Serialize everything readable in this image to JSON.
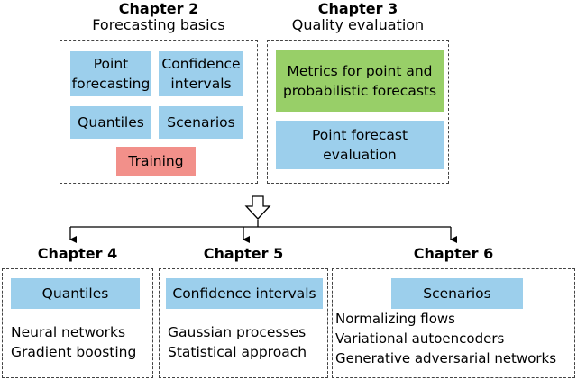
{
  "ch2": {
    "title": "Chapter 2",
    "subtitle": "Forecasting basics",
    "boxes": [
      "Point\nforecasting",
      "Confidence\nintervals",
      "Quantiles",
      "Scenarios",
      "Training"
    ]
  },
  "ch3": {
    "title": "Chapter 3",
    "subtitle": "Quality evaluation",
    "boxes": [
      "Metrics for point and\nprobabilistic forecasts",
      "Point forecast\nevaluation"
    ]
  },
  "ch4": {
    "title": "Chapter 4",
    "box": "Quantiles",
    "items": [
      "Neural networks",
      "Gradient boosting"
    ]
  },
  "ch5": {
    "title": "Chapter 5",
    "box": "Confidence intervals",
    "items": [
      "Gaussian processes",
      "Statistical approach"
    ]
  },
  "ch6": {
    "title": "Chapter 6",
    "box": "Scenarios",
    "items": [
      "Normalizing flows",
      "Variational autoencoders",
      "Generative adversarial networks"
    ]
  },
  "colors": {
    "blue": "#9ccfec",
    "green": "#98cf68",
    "red": "#f2908a"
  },
  "icons": {
    "flow_arrow": "down-arrow-outline-icon"
  }
}
